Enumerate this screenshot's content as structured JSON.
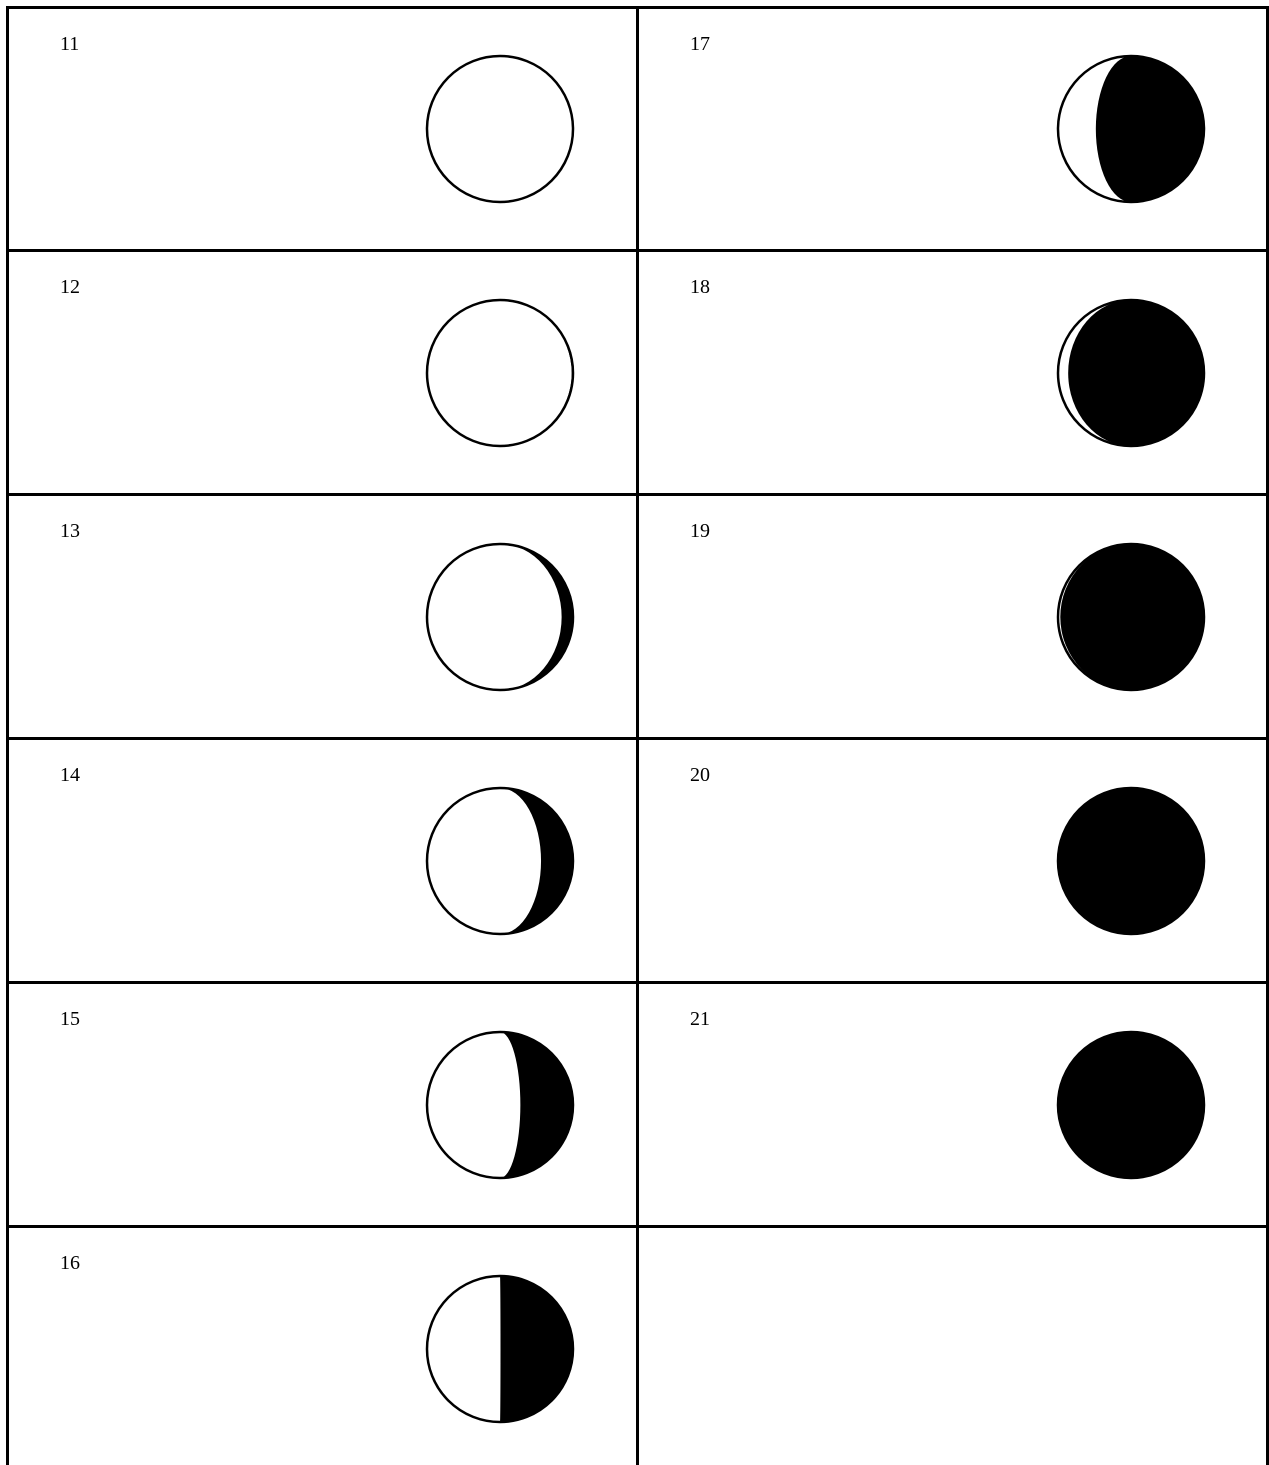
{
  "colors": {
    "ink": "#000000",
    "paper": "#ffffff"
  },
  "cells": [
    {
      "number": "11",
      "shadow_fraction": 0.0
    },
    {
      "number": "12",
      "shadow_fraction": 0.06
    },
    {
      "number": "13",
      "shadow_fraction": 0.18
    },
    {
      "number": "14",
      "shadow_fraction": 0.31
    },
    {
      "number": "15",
      "shadow_fraction": 0.41
    },
    {
      "number": "16",
      "shadow_fraction": 0.5
    },
    {
      "number": "17",
      "shadow_fraction": 0.66
    },
    {
      "number": "18",
      "shadow_fraction": 0.83
    },
    {
      "number": "19",
      "shadow_fraction": 0.92
    },
    {
      "number": "20",
      "shadow_fraction": 0.98
    },
    {
      "number": "21",
      "shadow_fraction": 1.0
    },
    {
      "number": "",
      "shadow_fraction": null
    }
  ]
}
